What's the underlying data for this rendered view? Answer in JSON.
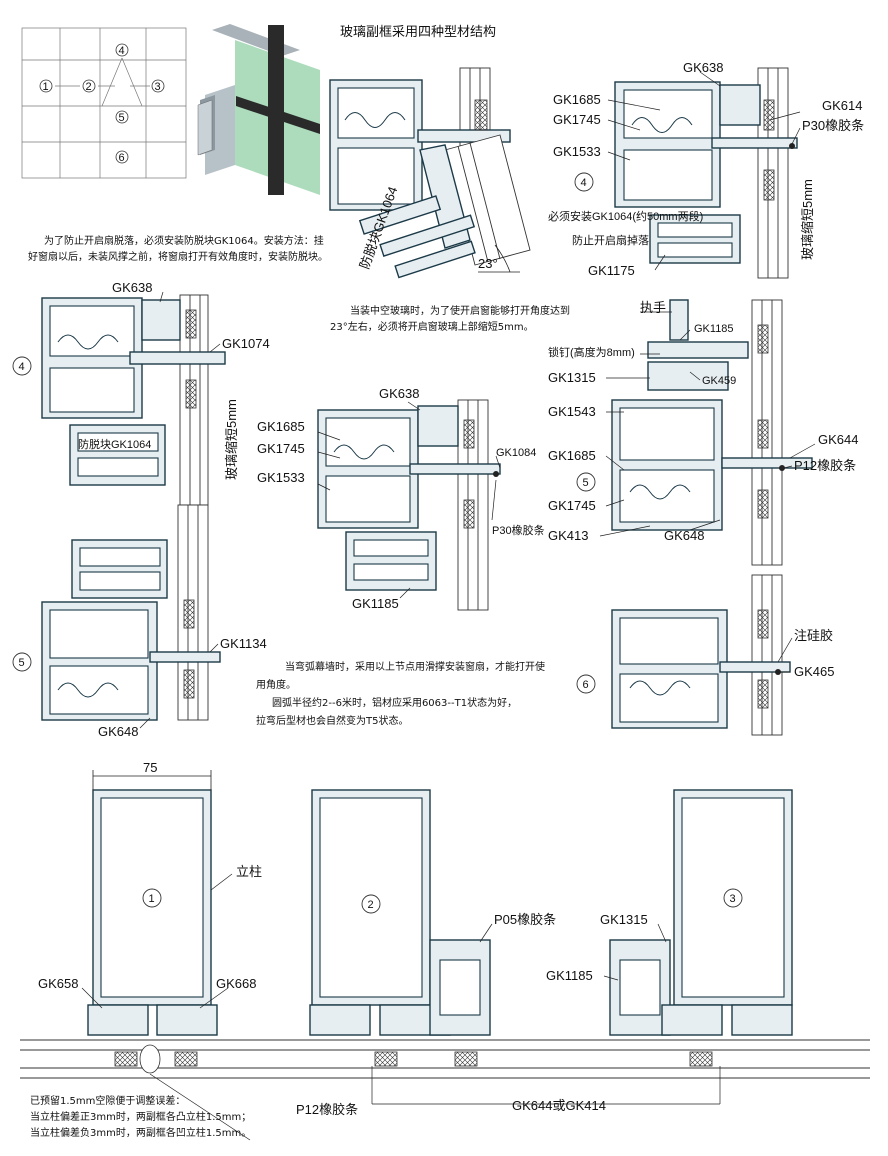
{
  "title": "玻璃副框采用四种型材结构",
  "notes": {
    "antidrop_1": "为了防止开启扇脱落，必须安装防脱块GK1064。安装方法：挂",
    "antidrop_2": "好窗扇以后，未装风撑之前，将窗扇打开有效角度时，安装防脱块。",
    "glass_short_1": "当装中空玻璃时，为了使开启窗能够打开角度达到",
    "glass_short_2": "23°左右，必须将开启窗玻璃上部缩短5mm。",
    "curve_1": "当弯弧幕墙时，采用以上节点用滑撑安装窗扇，才能打开使",
    "curve_2": "用角度。",
    "curve_3": "圆弧半径约2--6米时，铝材应采用6063--T1状态为好，",
    "curve_4": "拉弯后型材也会自然变为T5状态。",
    "tolerance_1": "已预留1.5mm空隙便于调整误差：",
    "tolerance_2": "当立柱偏差正3mm时，两副框各凸立柱1.5mm；",
    "tolerance_3": "当立柱偏差负3mm时，两副框各凹立柱1.5mm。"
  },
  "labels": {
    "gk638": "GK638",
    "gk1685": "GK1685",
    "gk1745": "GK1745",
    "gk1533": "GK1533",
    "gk614": "GK614",
    "p30": "P30橡胶条",
    "glass5": "玻璃缩短5mm",
    "gk1064_note": "必须安装GK1064(约50mm两段)",
    "gk1064_note2": "防止开启扇掉落",
    "gk1175": "GK1175",
    "antidrop_block": "防脱块GK1064",
    "angle": "23°",
    "gk1074": "GK1074",
    "gk1084": "GK1084",
    "gk1185": "GK1185",
    "handle": "执手",
    "lock_pin": "锁钉(高度为8mm)",
    "gk1315": "GK1315",
    "gk459": "GK459",
    "gk1543": "GK1543",
    "gk644": "GK644",
    "p12": "P12橡胶条",
    "gk413": "GK413",
    "gk648": "GK648",
    "gk1134": "GK1134",
    "silicone": "注硅胶",
    "gk465": "GK465",
    "dim75": "75",
    "mullion": "立柱",
    "gk658": "GK658",
    "gk668": "GK668",
    "p05": "P05橡胶条",
    "gk644_or_414": "GK644或GK414"
  },
  "markers": [
    "1",
    "2",
    "3",
    "4",
    "5",
    "6"
  ]
}
